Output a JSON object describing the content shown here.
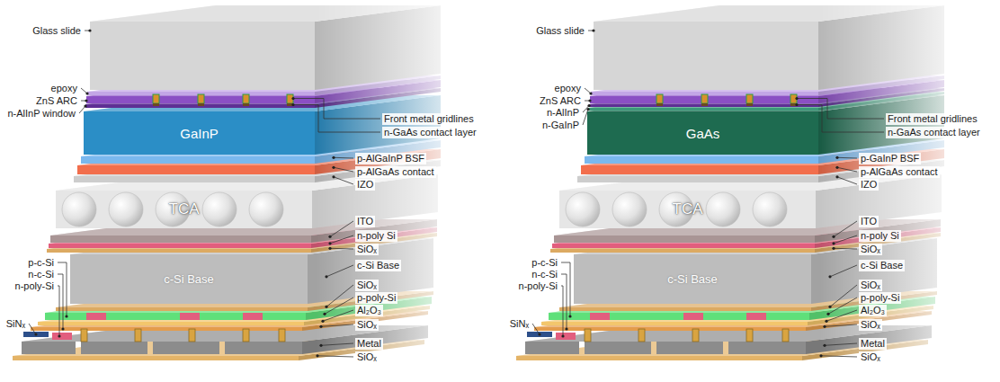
{
  "diagram": {
    "nodes": [
      {
        "text": [
          "GaInP"
        ]
      },
      {
        "text": [
          "TCA"
        ]
      },
      {
        "text": [
          "c-Si Base"
        ]
      },
      {
        "text": [
          "GaAs"
        ]
      },
      {
        "text": [
          "TCA"
        ]
      },
      {
        "text": [
          "c-Si Base"
        ]
      }
    ],
    "labels": [
      "Glass slide",
      "epoxy",
      "ZnS ARC",
      "n-AlInP window",
      "Front metal gridlines",
      "n-GaAs contact layer",
      "p-AlGaInP BSF",
      "p-AlGaAs contact",
      "IZO",
      "ITO",
      "n-poly Si",
      "SiOₓ",
      "c-Si Base",
      "SiOₓ",
      "p-poly-Si",
      "Al₂O₃",
      "SiOₓ",
      "Metal",
      "SiOₓ",
      "p-c-Si",
      "n-c-Si",
      "n-poly-Si",
      "SiNₓ",
      "Glass slide",
      "epoxy",
      "ZnS ARC",
      "n-AlInP",
      "n-GaInP",
      "Front metal gridlines",
      "n-GaAs contact layer",
      "p-GaInP BSF",
      "p-AlGaAs contact",
      "IZO",
      "ITO",
      "n-poly Si",
      "SiOₓ",
      "c-Si Base",
      "SiOₓ",
      "p-poly-Si",
      "Al₂O₃",
      "SiOₓ",
      "Metal",
      "SiOₓ",
      "p-c-Si",
      "n-c-Si",
      "n-poly-Si",
      "SiNₓ"
    ]
  }
}
